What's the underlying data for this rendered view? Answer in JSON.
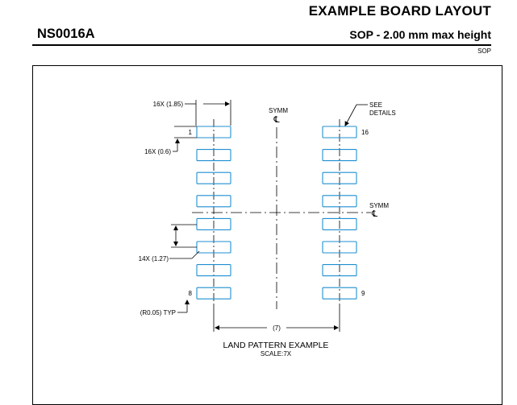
{
  "header": {
    "title": "EXAMPLE BOARD LAYOUT",
    "part_number": "NS0016A",
    "package_desc": "SOP - 2.00 mm max height",
    "package_code": "SOP"
  },
  "drawing": {
    "pad_width_label": "16X (1.85)",
    "pad_height_label": "16X (0.6)",
    "pitch_label": "14X (1.27)",
    "corner_radius_label": "(R0.05) TYP",
    "span_label": "(7)",
    "symm_label": "SYMM",
    "symm_symbol": "℄",
    "see_details_line1": "SEE",
    "see_details_line2": "DETAILS",
    "pin_labels": {
      "pin1": "1",
      "pin8": "8",
      "pin9": "9",
      "pin16": "16"
    },
    "caption": "LAND PATTERN EXAMPLE",
    "scale": "SCALE:7X",
    "pad_color": "#1f8fd1",
    "pads_per_side": 8
  }
}
